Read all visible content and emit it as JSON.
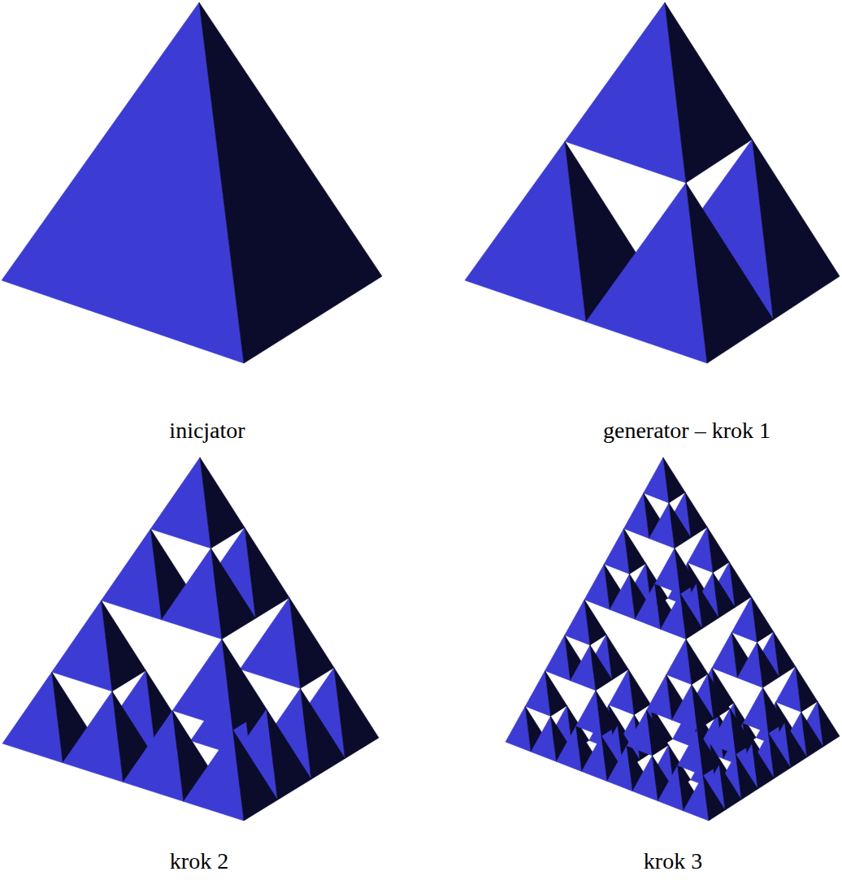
{
  "diagram": {
    "labels": [
      "inicjator",
      "generator – krok 1",
      "krok 2",
      "krok 3"
    ]
  }
}
